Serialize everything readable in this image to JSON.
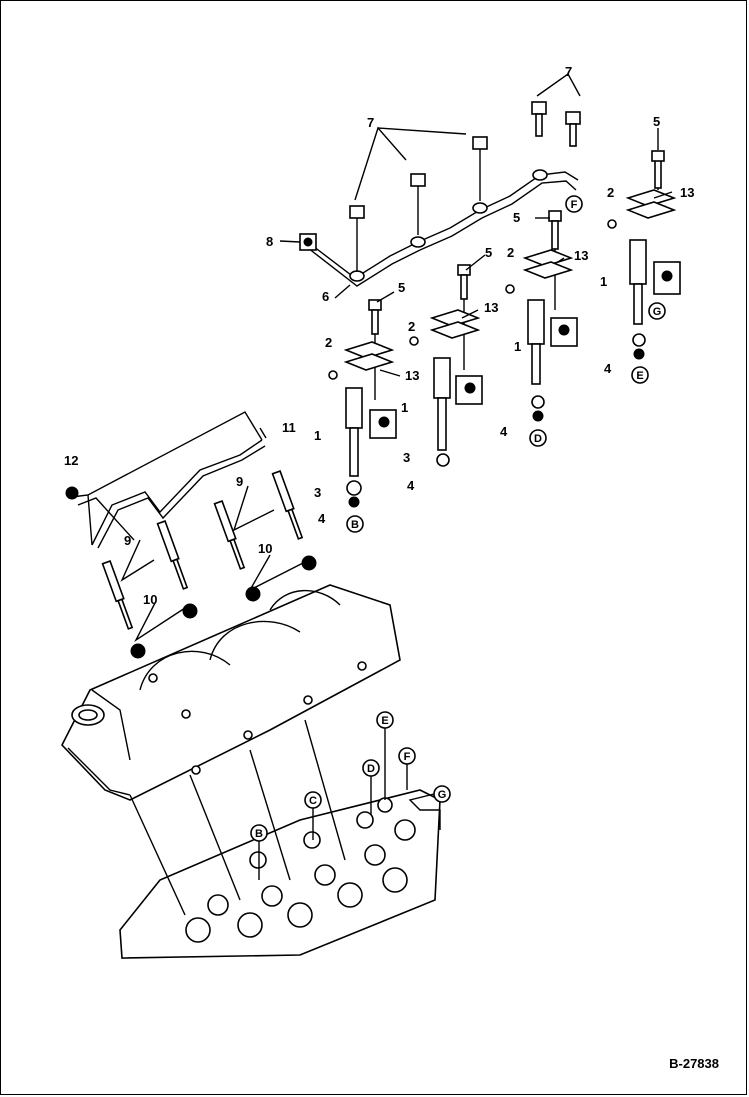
{
  "figure_code": "B-27838",
  "callouts": {
    "n1": "1",
    "n2": "2",
    "n3": "3",
    "n4": "4",
    "n5": "5",
    "n6": "6",
    "n7": "7",
    "n8": "8",
    "n9": "9",
    "n10": "10",
    "n11": "11",
    "n12": "12",
    "n13": "13"
  },
  "letters": {
    "b": "B",
    "c": "C",
    "d": "D",
    "e": "E",
    "f": "F",
    "g": "G"
  }
}
